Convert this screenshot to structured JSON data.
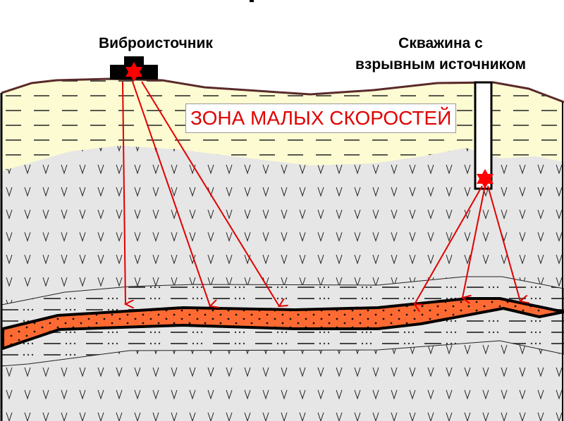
{
  "labels": {
    "vibrator": "Виброисточник",
    "well_line1": "Скважина с",
    "well_line2": "взрывным источником",
    "low_velocity_zone": "ЗОНА МАЛЫХ СКОРОСТЕЙ"
  },
  "colors": {
    "low_velocity_zone": "#fdfbd2",
    "bedrock": "#e6e6e6",
    "reservoir": "#ff6a33",
    "rays": "#e00000",
    "surface": "#5a2a2a"
  }
}
